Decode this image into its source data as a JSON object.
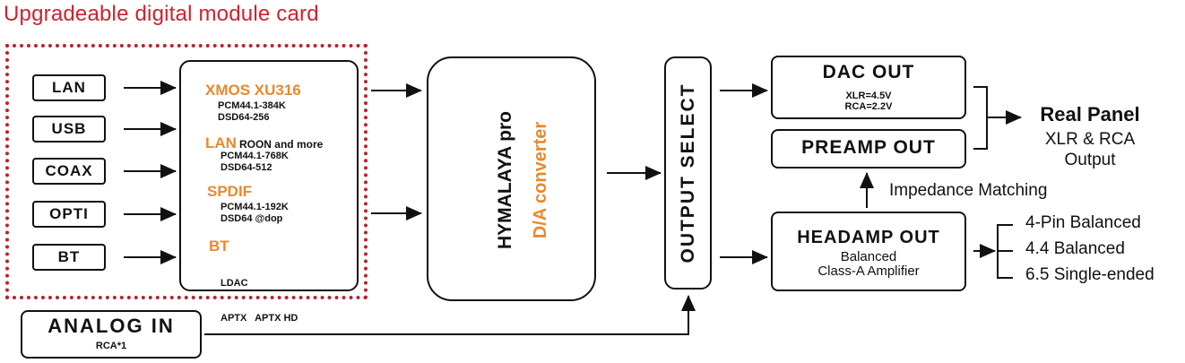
{
  "title": "Upgradeable digital module card",
  "inputs": [
    "LAN",
    "USB",
    "COAX",
    "OPTI",
    "BT"
  ],
  "module": {
    "sections": [
      {
        "header": "XMOS XU316",
        "extra": "",
        "lines": [
          "PCM44.1-384K",
          "DSD64-256"
        ]
      },
      {
        "header": "LAN",
        "extra": "ROON and more",
        "lines": [
          "PCM44.1-768K",
          "DSD64-512"
        ]
      },
      {
        "header": "SPDIF",
        "extra": "",
        "lines": [
          "PCM44.1-192K",
          "DSD64 @dop"
        ]
      },
      {
        "header": "BT",
        "extra": "",
        "lines": [
          "LDAC",
          "APTX   APTX HD"
        ]
      }
    ]
  },
  "converter": {
    "name": "HYMALAYA pro",
    "subtitle": "D/A converter"
  },
  "output_select": "OUTPUT SELECT",
  "analog_in": {
    "title": "ANALOG IN",
    "subtitle": "RCA*1"
  },
  "dac_out": {
    "title": "DAC OUT",
    "xlr": "XLR=4.5V",
    "rca": "RCA=2.2V"
  },
  "preamp_out": {
    "title": "PREAMP OUT"
  },
  "headamp_out": {
    "title": "HEADAMP OUT",
    "line1": "Balanced",
    "line2": "Class-A Amplifier"
  },
  "impedance": "Impedance Matching",
  "real_panel": {
    "title": "Real Panel",
    "line1": "XLR & RCA",
    "line2": "Output"
  },
  "headphone_outputs": [
    "4-Pin Balanced",
    "4.4 Balanced",
    "6.5 Single-ended"
  ],
  "colors": {
    "title": "#d0202e",
    "card_border": "#b8232f",
    "accent": "#e8892d"
  }
}
